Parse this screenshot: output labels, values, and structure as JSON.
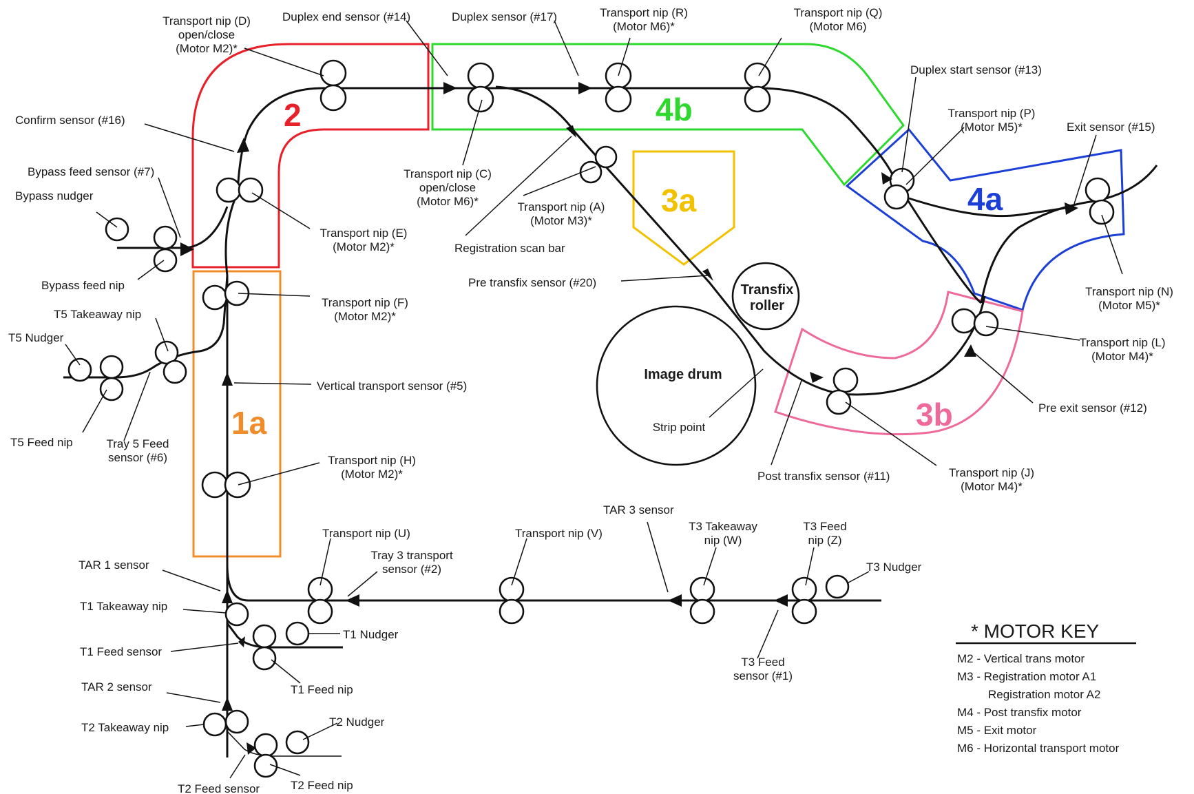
{
  "colors": {
    "zone_1a": "#f08c2a",
    "zone_2": "#e8202a",
    "zone_3a": "#f2c200",
    "zone_3b": "#ee6a9a",
    "zone_4a": "#1c3fd6",
    "zone_4b": "#2ed92e",
    "line": "#111111"
  },
  "zones": {
    "z1a": "1a",
    "z2": "2",
    "z3a": "3a",
    "z3b": "3b",
    "z4a": "4a",
    "z4b": "4b"
  },
  "drum": {
    "image_drum": "Image drum",
    "strip_point": "Strip point",
    "transfix_line1": "Transfix",
    "transfix_line2": "roller"
  },
  "labels": {
    "nip_d": [
      "Transport nip (D)",
      "open/close",
      "(Motor M2)*"
    ],
    "duplex_end_sensor": [
      "Duplex end sensor (#14)"
    ],
    "duplex_sensor": [
      "Duplex sensor (#17)"
    ],
    "nip_r": [
      "Transport nip (R)",
      "(Motor M6)*"
    ],
    "nip_q": [
      "Transport nip (Q)",
      "(Motor M6)"
    ],
    "duplex_start_sensor": [
      "Duplex start sensor (#13)"
    ],
    "nip_p": [
      "Transport nip (P)",
      "(Motor M5)*"
    ],
    "exit_sensor": [
      "Exit sensor (#15)"
    ],
    "confirm_sensor": [
      "Confirm sensor (#16)"
    ],
    "bypass_feed_sensor": [
      "Bypass feed sensor (#7)"
    ],
    "bypass_nudger": [
      "Bypass nudger"
    ],
    "nip_e": [
      "Transport nip (E)",
      "(Motor M2)*"
    ],
    "nip_c": [
      "Transport nip (C)",
      "open/close",
      "(Motor M6)*"
    ],
    "nip_a": [
      "Transport nip (A)",
      "(Motor M3)*"
    ],
    "registration_scan_bar": [
      "Registration scan bar"
    ],
    "bypass_feed_nip": [
      "Bypass feed nip"
    ],
    "pre_transfix_sensor": [
      "Pre transfix sensor (#20)"
    ],
    "nip_n": [
      "Transport nip (N)",
      "(Motor M5)*"
    ],
    "t5_takeaway_nip": [
      "T5 Takeaway nip"
    ],
    "nip_f": [
      "Transport nip (F)",
      "(Motor M2)*"
    ],
    "t5_nudger": [
      "T5 Nudger"
    ],
    "nip_l": [
      "Transport nip (L)",
      "(Motor M4)*"
    ],
    "vertical_transport_sensor": [
      "Vertical transport sensor (#5)"
    ],
    "pre_exit_sensor": [
      "Pre exit sensor (#12)"
    ],
    "t5_feed_nip": [
      "T5 Feed nip"
    ],
    "tray5_feed_sensor": [
      "Tray 5 Feed",
      "sensor (#6)"
    ],
    "nip_h": [
      "Transport nip (H)",
      "(Motor M2)*"
    ],
    "post_transfix_sensor": [
      "Post transfix sensor (#11)"
    ],
    "nip_j": [
      "Transport nip (J)",
      "(Motor M4)*"
    ],
    "tar3_sensor": [
      "TAR 3 sensor"
    ],
    "nip_u": [
      "Transport nip (U)"
    ],
    "nip_v": [
      "Transport nip (V)"
    ],
    "t3_takeaway_nip": [
      "T3 Takeaway",
      "nip (W)"
    ],
    "t3_feed_nip": [
      "T3 Feed",
      "nip (Z)"
    ],
    "tray3_transport_sensor": [
      "Tray 3 transport",
      "sensor (#2)"
    ],
    "tar1_sensor": [
      "TAR 1 sensor"
    ],
    "t3_nudger": [
      "T3 Nudger"
    ],
    "t1_takeaway_nip": [
      "T1 Takeaway nip"
    ],
    "t1_nudger": [
      "T1 Nudger"
    ],
    "t1_feed_sensor": [
      "T1 Feed sensor"
    ],
    "t3_feed_sensor": [
      "T3 Feed",
      "sensor (#1)"
    ],
    "t1_feed_nip": [
      "T1 Feed nip"
    ],
    "tar2_sensor": [
      "TAR 2 sensor"
    ],
    "t2_nudger": [
      "T2 Nudger"
    ],
    "t2_takeaway_nip": [
      "T2 Takeaway nip"
    ],
    "t2_feed_sensor": [
      "T2 Feed sensor"
    ],
    "t2_feed_nip": [
      "T2 Feed nip"
    ]
  },
  "motor_key": {
    "title": "* MOTOR KEY",
    "entries": [
      "M2 - Vertical trans motor",
      "M3 - Registration motor A1",
      "Registration motor A2",
      "M4 - Post transfix motor",
      "M5 - Exit motor",
      "M6 - Horizontal transport motor"
    ]
  }
}
